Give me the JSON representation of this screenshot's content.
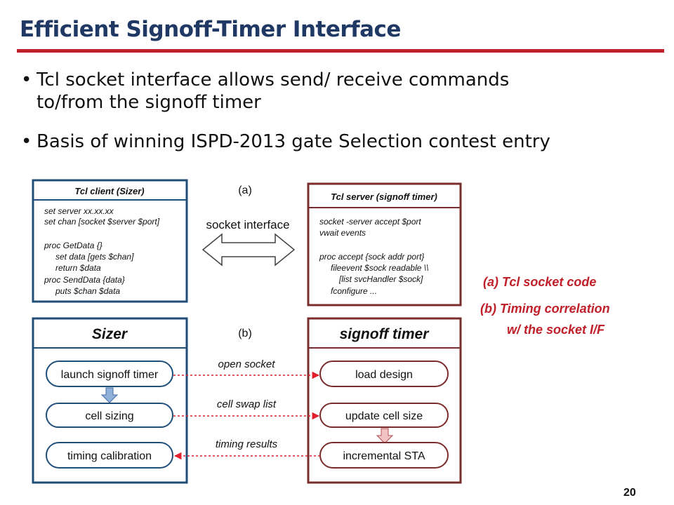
{
  "slide": {
    "title": "Efficient Signoff-Timer Interface",
    "bullets": [
      {
        "line1": "Tcl socket interface allows send/ receive  commands",
        "line2": "to/from the signoff timer"
      },
      {
        "line1": "Basis of winning ISPD-2013 gate Selection contest entry"
      }
    ],
    "page_number": "20"
  },
  "diagram_a": {
    "label": "(a)",
    "arrow_label": "socket interface",
    "client": {
      "title": "Tcl client (Sizer)",
      "code": [
        "set server xx.xx.xx",
        "set chan [socket $server $port]",
        "",
        "proc GetData {}",
        "    set data [gets $chan]",
        "    return $data",
        "proc SendData {data}",
        "    puts $chan $data"
      ]
    },
    "server": {
      "title": "Tcl server (signoff timer)",
      "code": [
        "socket -server accept $port",
        "vwait events",
        "",
        "proc accept {sock addr port}",
        "    fileevent $sock readable \\\\",
        "        [list svcHandler $sock]",
        "    fconfigure ..."
      ]
    }
  },
  "diagram_b": {
    "label": "(b)",
    "sizer_title": "Sizer",
    "timer_title": "signoff timer",
    "sizer_steps": [
      "launch signoff timer",
      "cell sizing",
      "timing calibration"
    ],
    "timer_steps": [
      "load design",
      "update cell size",
      "incremental STA"
    ],
    "messages": [
      "open socket",
      "cell swap list",
      "timing results"
    ]
  },
  "captions": {
    "a": "(a) Tcl socket code",
    "b_line1": "(b) Timing correlation",
    "b_line2": "w/ the socket I/F"
  },
  "colors": {
    "title": "#1f3864",
    "accent_red": "#c0202a",
    "client_border": "#1f4e79",
    "server_border": "#7b2c2c",
    "arrow_red": "#e0202a"
  }
}
